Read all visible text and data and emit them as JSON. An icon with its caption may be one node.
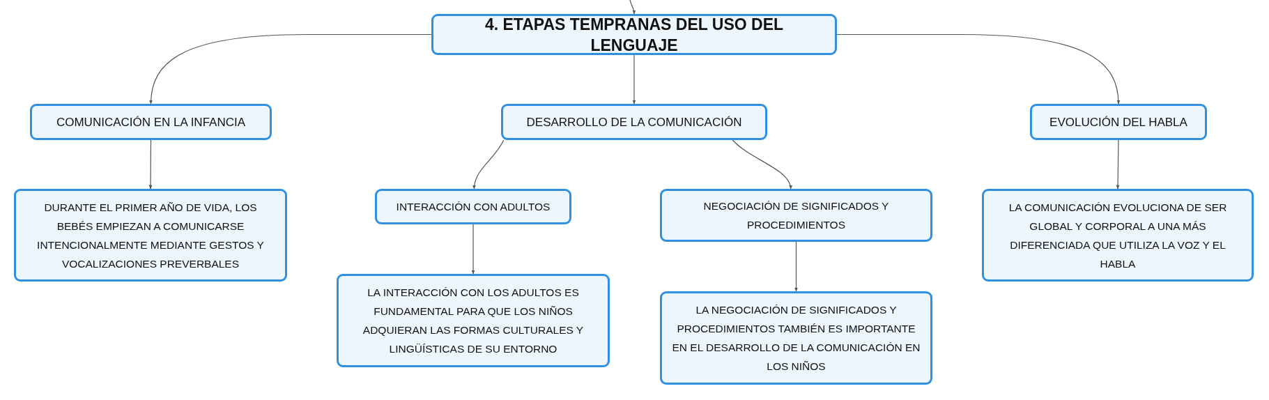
{
  "diagram": {
    "nodes": [
      {
        "text": [
          "4. ETAPAS TEMPRANAS DEL USO DEL LENGUAJE"
        ]
      },
      {
        "text": [
          "COMUNICACIÓN EN LA INFANCIA"
        ]
      },
      {
        "text": [
          "DESARROLLO DE LA COMUNICACIÓN"
        ]
      },
      {
        "text": [
          "EVOLUCIÓN DEL HABLA"
        ]
      },
      {
        "text": [
          "DURANTE EL PRIMER AÑO DE VIDA, LOS BEBÉS EMPIEZAN A COMUNICARSE INTENCIONALMENTE MEDIANTE GESTOS Y VOCALIZACIONES PREVERBALES"
        ]
      },
      {
        "text": [
          "INTERACCIÓN CON ADULTOS"
        ]
      },
      {
        "text": [
          "NEGOCIACIÓN DE SIGNIFICADOS Y PROCEDIMIENTOS"
        ]
      },
      {
        "text": [
          "LA COMUNICACIÓN EVOLUCIONA DE SER GLOBAL Y CORPORAL A UNA MÁS DIFERENCIADA QUE UTILIZA LA VOZ Y EL HABLA"
        ]
      },
      {
        "text": [
          "LA INTERACCIÓN CON LOS ADULTOS ES FUNDAMENTAL PARA QUE LOS NIÑOS ADQUIERAN LAS FORMAS CULTURALES Y LINGÜÍSTICAS DE SU ENTORNO"
        ]
      },
      {
        "text": [
          "LA NEGOCIACIÓN DE SIGNIFICADOS Y PROCEDIMIENTOS TAMBIÉN ES IMPORTANTE EN EL DESARROLLO DE LA COMUNICACIÓN EN LOS NIÑOS"
        ]
      }
    ],
    "edges": [
      {
        "from": null,
        "to": 0,
        "arrow": "to"
      },
      {
        "from": 0,
        "to": 1,
        "arrow": "to"
      },
      {
        "from": 0,
        "to": 2,
        "arrow": "to"
      },
      {
        "from": 0,
        "to": 3,
        "arrow": "to"
      },
      {
        "from": 1,
        "to": 4,
        "arrow": "to"
      },
      {
        "from": 2,
        "to": 5,
        "arrow": "to"
      },
      {
        "from": 2,
        "to": 6,
        "arrow": "to"
      },
      {
        "from": 3,
        "to": 7,
        "arrow": "to"
      },
      {
        "from": 5,
        "to": 8,
        "arrow": "to"
      },
      {
        "from": 6,
        "to": 9,
        "arrow": "to"
      }
    ]
  }
}
